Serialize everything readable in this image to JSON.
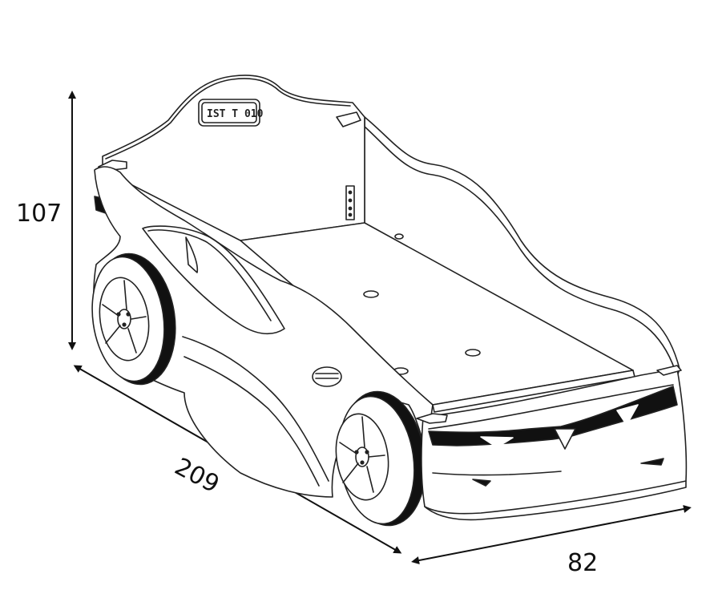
{
  "dimensions": {
    "height": "107",
    "length": "209",
    "width": "82"
  },
  "plate": {
    "text": "IST T 010"
  },
  "colors": {
    "stroke": "#222222",
    "fill": "#ffffff",
    "dark": "#111111"
  }
}
